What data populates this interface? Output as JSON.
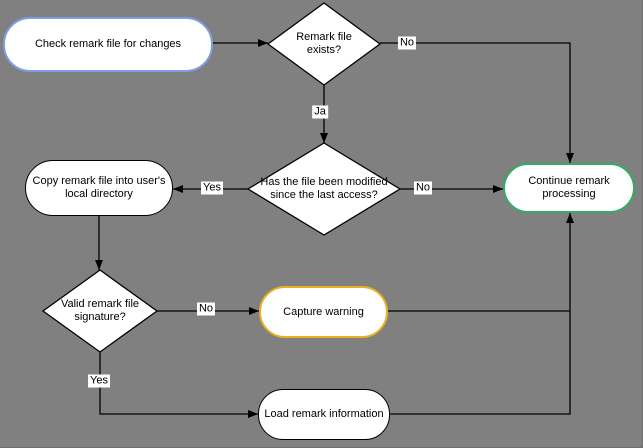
{
  "diagram": {
    "background_color": "#808080",
    "line_color": "#000000",
    "nodes": {
      "check": {
        "label": "Check remark file for changes",
        "shape": "rounded-rectangle",
        "border_color": "#7f9de2"
      },
      "exists": {
        "label": "Remark file exists?",
        "shape": "diamond",
        "border_color": "#000000"
      },
      "copy": {
        "label": "Copy remark file into user's local directory",
        "shape": "rounded-rectangle",
        "border_color": "#000000"
      },
      "modified": {
        "label": "Has the file been modified since the last access?",
        "shape": "diamond",
        "border_color": "#000000"
      },
      "continue": {
        "label": "Continue remark processing",
        "shape": "rounded-rectangle",
        "border_color": "#2fae60"
      },
      "valid": {
        "label": "Valid remark file signature?",
        "shape": "diamond",
        "border_color": "#000000"
      },
      "warning": {
        "label": "Capture warning",
        "shape": "rounded-rectangle",
        "border_color": "#eab121"
      },
      "load": {
        "label": "Load remark information",
        "shape": "rounded-rectangle",
        "border_color": "#000000"
      }
    },
    "edge_labels": {
      "exists_no": "No",
      "exists_yes": "Ja",
      "modified_yes": "Yes",
      "modified_no": "No",
      "valid_no": "No",
      "valid_yes": "Yes"
    }
  }
}
